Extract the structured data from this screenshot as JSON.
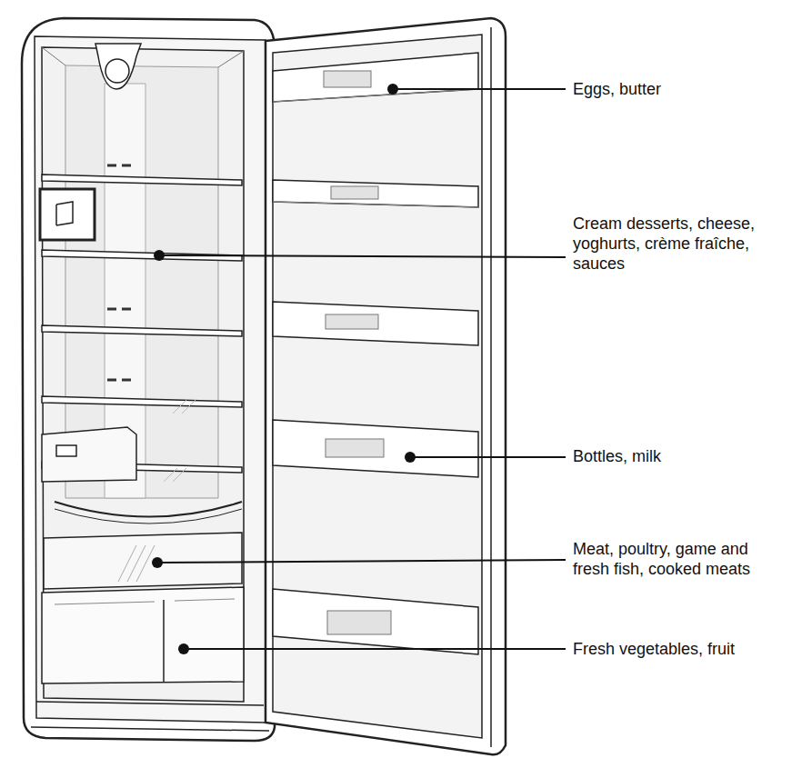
{
  "diagram": {
    "labels": [
      "Eggs, butter",
      "Cream desserts, cheese, yoghurts, crème fraîche, sauces",
      "Bottles, milk",
      "Meat, poultry, game and fresh fish, cooked meats",
      "Fresh vegetables, fruit"
    ]
  }
}
